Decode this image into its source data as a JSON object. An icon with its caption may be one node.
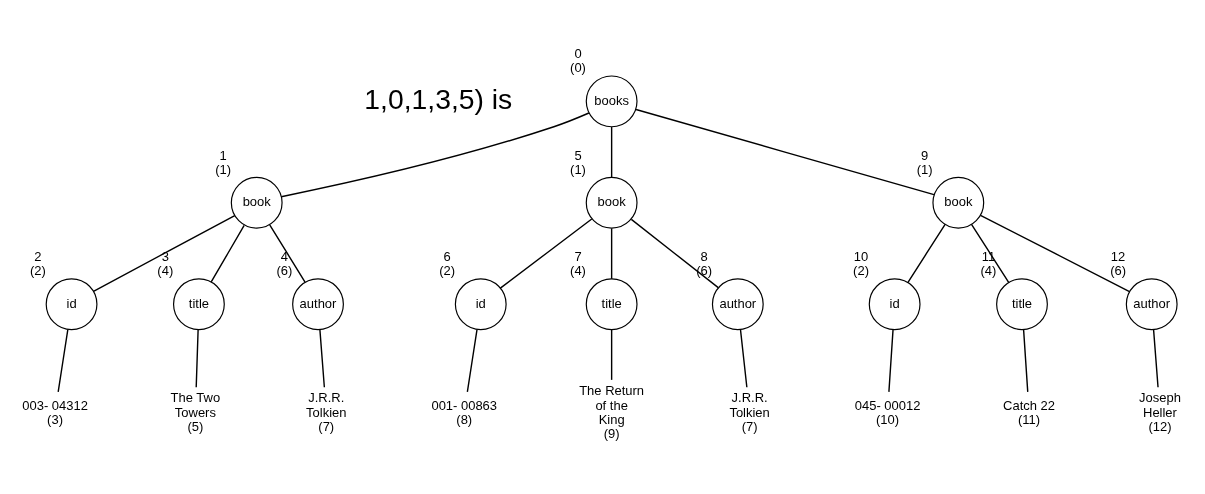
{
  "diagram": {
    "nodes": [
      {
        "text": [
          "books"
        ],
        "beside": [
          "0",
          "(0)"
        ]
      },
      {
        "text": [
          "book"
        ],
        "beside": [
          "1",
          "(1)"
        ]
      },
      {
        "text": [
          "book"
        ],
        "beside": [
          "5",
          "(1)"
        ]
      },
      {
        "text": [
          "book"
        ],
        "beside": [
          "9",
          "(1)"
        ]
      },
      {
        "text": [
          "id"
        ],
        "beside": [
          "2",
          "(2)"
        ]
      },
      {
        "text": [
          "title"
        ],
        "beside": [
          "3",
          "(4)"
        ]
      },
      {
        "text": [
          "author"
        ],
        "beside": [
          "4",
          "(6)"
        ]
      },
      {
        "text": [
          "id"
        ],
        "beside": [
          "6",
          "(2)"
        ]
      },
      {
        "text": [
          "title"
        ],
        "beside": [
          "7",
          "(4)"
        ]
      },
      {
        "text": [
          "author"
        ],
        "beside": [
          "8",
          "(6)"
        ]
      },
      {
        "text": [
          "id"
        ],
        "beside": [
          "10",
          "(2)"
        ]
      },
      {
        "text": [
          "title"
        ],
        "beside": [
          "11",
          "(4)"
        ]
      },
      {
        "text": [
          "author"
        ],
        "beside": [
          "12",
          "(6)"
        ]
      },
      {
        "text": [
          "003- 04312",
          "(3)"
        ]
      },
      {
        "text": [
          "The Two Towers",
          "(5)"
        ]
      },
      {
        "text": [
          "J.R.R. Tolkien",
          "(7)"
        ]
      },
      {
        "text": [
          "001- 00863",
          "(8)"
        ]
      },
      {
        "text": [
          "The Return of the King",
          "(9)"
        ]
      },
      {
        "text": [
          "J.R.R. Tolkien",
          "(7)"
        ]
      },
      {
        "text": [
          "045- 00012",
          "(10)"
        ]
      },
      {
        "text": [
          "Catch 22",
          "(11)"
        ]
      },
      {
        "text": [
          "Joseph Heller",
          "(12)"
        ]
      }
    ],
    "edges": [
      {
        "from": 0,
        "to": 1,
        "arrow": "none"
      },
      {
        "from": 0,
        "to": 2,
        "arrow": "none"
      },
      {
        "from": 0,
        "to": 3,
        "arrow": "none"
      },
      {
        "from": 1,
        "to": 4,
        "arrow": "none"
      },
      {
        "from": 1,
        "to": 5,
        "arrow": "none"
      },
      {
        "from": 1,
        "to": 6,
        "arrow": "none"
      },
      {
        "from": 2,
        "to": 7,
        "arrow": "none"
      },
      {
        "from": 2,
        "to": 8,
        "arrow": "none"
      },
      {
        "from": 2,
        "to": 9,
        "arrow": "none"
      },
      {
        "from": 3,
        "to": 10,
        "arrow": "none"
      },
      {
        "from": 3,
        "to": 11,
        "arrow": "none"
      },
      {
        "from": 3,
        "to": 12,
        "arrow": "none"
      },
      {
        "from": 4,
        "to": 13,
        "arrow": "none"
      },
      {
        "from": 5,
        "to": 14,
        "arrow": "none"
      },
      {
        "from": 6,
        "to": 15,
        "arrow": "none"
      },
      {
        "from": 7,
        "to": 16,
        "arrow": "none"
      },
      {
        "from": 8,
        "to": 17,
        "arrow": "none"
      },
      {
        "from": 9,
        "to": 18,
        "arrow": "none"
      },
      {
        "from": 10,
        "to": 19,
        "arrow": "none"
      },
      {
        "from": 11,
        "to": 20,
        "arrow": "none"
      },
      {
        "from": 12,
        "to": 21,
        "arrow": "none"
      }
    ],
    "labels": [
      "1,0,1,3,5) is"
    ]
  }
}
